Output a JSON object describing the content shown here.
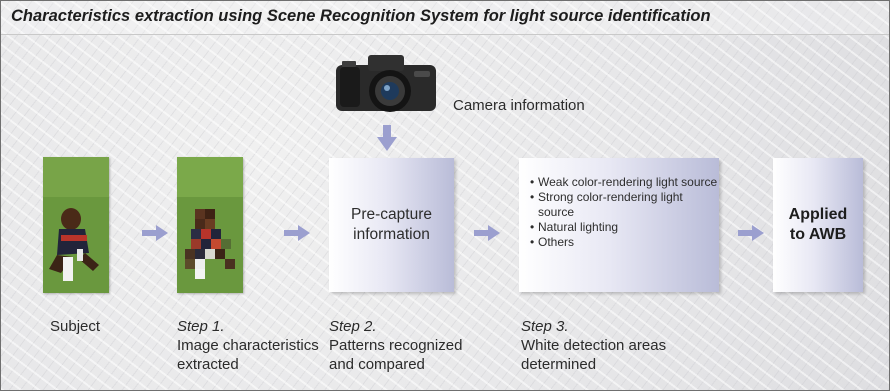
{
  "title": "Characteristics extraction using Scene Recognition System for light source identification",
  "camera": {
    "icon": "camera-icon",
    "label": "Camera information"
  },
  "panels": {
    "pre_capture": "Pre-capture information",
    "conditions": [
      "Weak color-rendering light source",
      "Strong color-rendering light source",
      "Natural lighting",
      "Others"
    ],
    "awb": "Applied to AWB"
  },
  "labels": {
    "subject": "Subject",
    "step1": {
      "step": "Step 1.",
      "desc": "Image characteristics extracted"
    },
    "step2": {
      "step": "Step 2.",
      "desc": "Patterns recognized and compared"
    },
    "step3": {
      "step": "Step 3.",
      "desc": "White detection areas determined"
    }
  },
  "colors": {
    "arrow": "#9b9fcf",
    "panel_end": "#b9bcd8",
    "grass": "#6a983e"
  }
}
